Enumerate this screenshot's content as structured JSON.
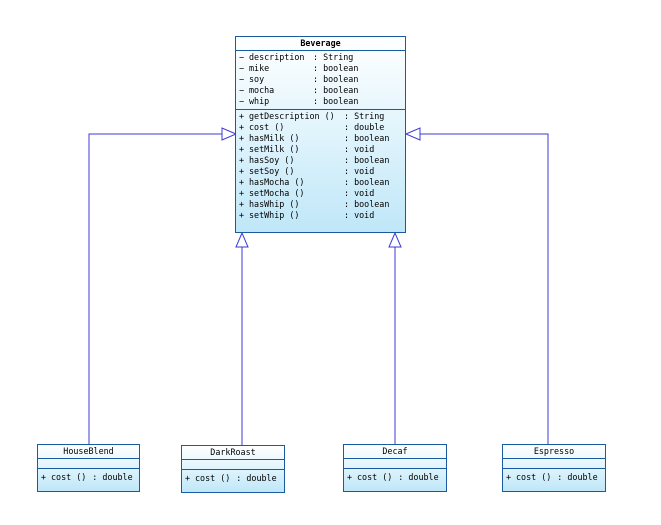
{
  "diagram": {
    "classes": {
      "beverage": {
        "name": "Beverage",
        "attributes": [
          {
            "visibility": "−",
            "name": "description",
            "type": ": String"
          },
          {
            "visibility": "−",
            "name": "mike",
            "type": ": boolean"
          },
          {
            "visibility": "−",
            "name": "soy",
            "type": ": boolean"
          },
          {
            "visibility": "−",
            "name": "mocha",
            "type": ": boolean"
          },
          {
            "visibility": "−",
            "name": "whip",
            "type": ": boolean"
          }
        ],
        "operations": [
          {
            "visibility": "+",
            "name": "getDescription ()",
            "type": ": String"
          },
          {
            "visibility": "+",
            "name": "cost ()",
            "type": ": double"
          },
          {
            "visibility": "+",
            "name": "hasMilk ()",
            "type": ": boolean"
          },
          {
            "visibility": "+",
            "name": "setMilk ()",
            "type": ": void"
          },
          {
            "visibility": "+",
            "name": "hasSoy ()",
            "type": ": boolean"
          },
          {
            "visibility": "+",
            "name": "setSoy ()",
            "type": ": void"
          },
          {
            "visibility": "+",
            "name": "hasMocha ()",
            "type": ": boolean"
          },
          {
            "visibility": "+",
            "name": "setMocha ()",
            "type": ": void"
          },
          {
            "visibility": "+",
            "name": "hasWhip ()",
            "type": ": boolean"
          },
          {
            "visibility": "+",
            "name": "setWhip ()",
            "type": ": void"
          }
        ]
      },
      "houseblend": {
        "name": "HouseBlend",
        "operation": {
          "visibility": "+",
          "name": "cost ()",
          "type": ": double"
        }
      },
      "darkroast": {
        "name": "DarkRoast",
        "operation": {
          "visibility": "+",
          "name": "cost ()",
          "type": ": double"
        }
      },
      "decaf": {
        "name": "Decaf",
        "operation": {
          "visibility": "+",
          "name": "cost ()",
          "type": ": double"
        }
      },
      "espresso": {
        "name": "Espresso",
        "operation": {
          "visibility": "+",
          "name": "cost ()",
          "type": ": double"
        }
      }
    },
    "relationships": [
      {
        "type": "generalization",
        "from": "HouseBlend",
        "to": "Beverage"
      },
      {
        "type": "generalization",
        "from": "DarkRoast",
        "to": "Beverage"
      },
      {
        "type": "generalization",
        "from": "Decaf",
        "to": "Beverage"
      },
      {
        "type": "generalization",
        "from": "Espresso",
        "to": "Beverage"
      }
    ],
    "colors": {
      "border": "#1a5aa0",
      "edge": "#3b3bd6",
      "fill_top": "#ffffff",
      "fill_bottom": "#bfe7f8"
    }
  }
}
